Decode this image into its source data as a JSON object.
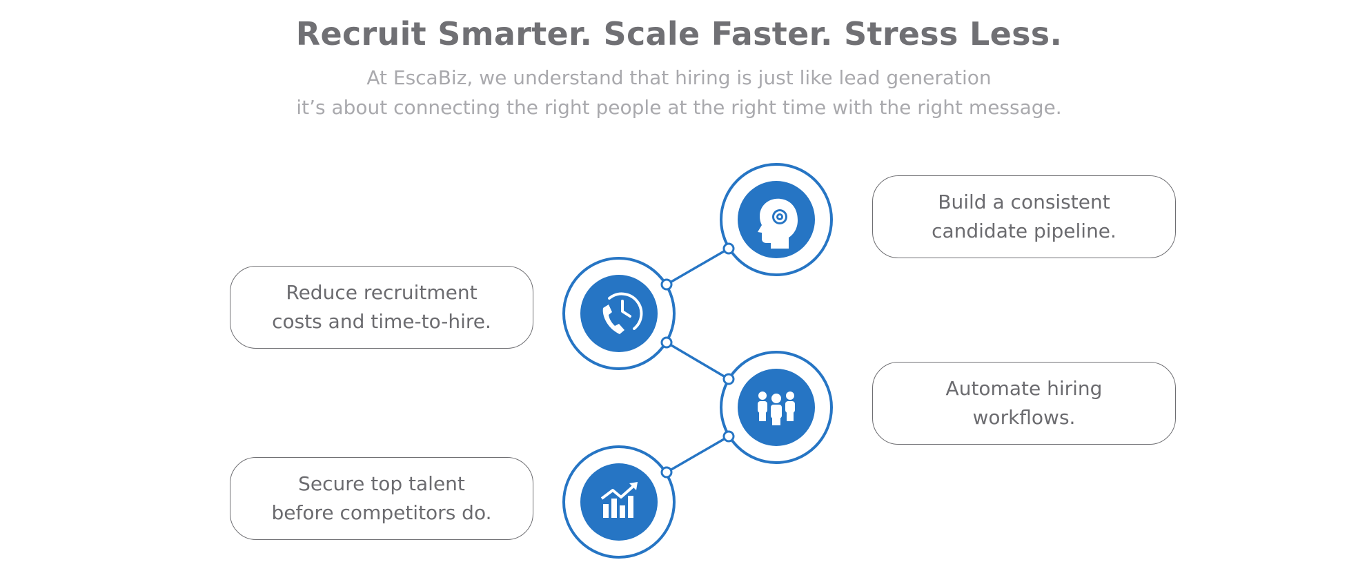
{
  "header": {
    "title": "Recruit Smarter. Scale Faster. Stress Less.",
    "subtitle_line1": "At EscaBiz, we understand that hiring is just like lead generation",
    "subtitle_line2": "it’s about connecting the right people at the right time with the right message."
  },
  "colors": {
    "accent": "#2675c4",
    "title_text": "#707074",
    "subtitle_text": "#a9a9ad",
    "box_text": "#6b6b6f",
    "box_border": "#6e6e72"
  },
  "steps": [
    {
      "icon": "head-gear-icon",
      "line1": "Build a consistent",
      "line2": "candidate pipeline."
    },
    {
      "icon": "phone-clock-icon",
      "line1": "Reduce recruitment",
      "line2": "costs and time-to-hire."
    },
    {
      "icon": "team-icon",
      "line1": "Automate hiring",
      "line2": "workflows."
    },
    {
      "icon": "growth-chart-icon",
      "line1": "Secure top talent",
      "line2": "before competitors do."
    }
  ]
}
